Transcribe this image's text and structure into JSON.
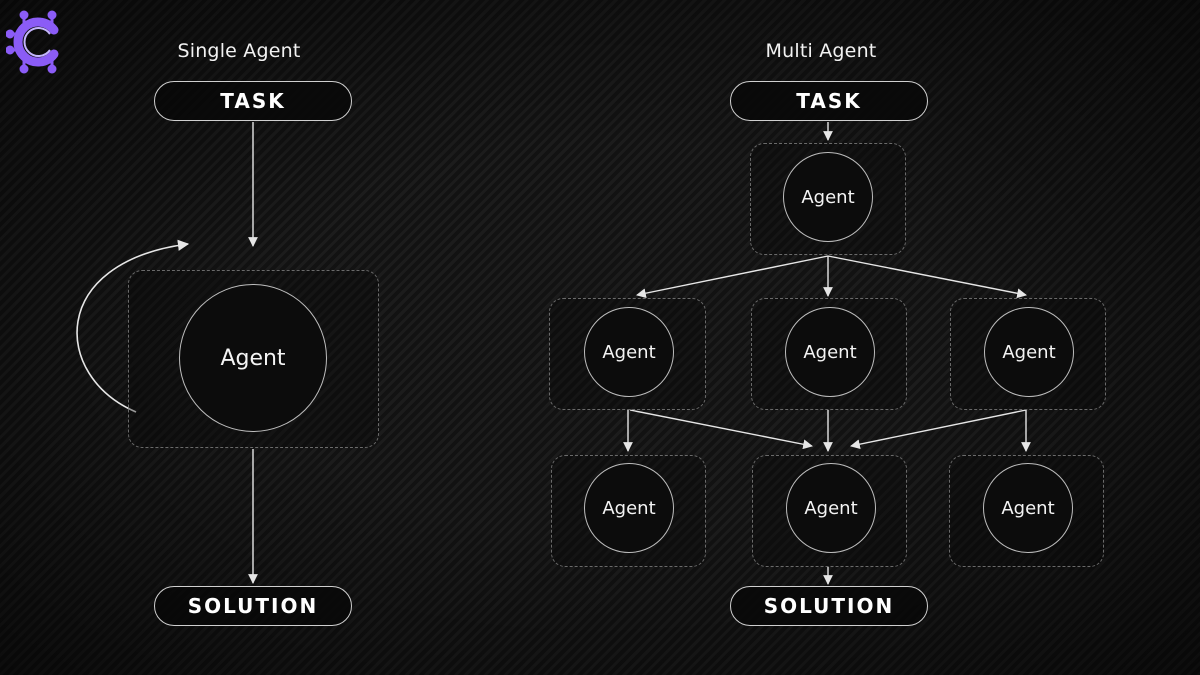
{
  "logo": {
    "name": "c-chip-logo",
    "color": "#8b5cf6"
  },
  "single_agent": {
    "heading": "Single Agent",
    "task": "TASK",
    "agent": "Agent",
    "solution": "SOLUTION"
  },
  "multi_agent": {
    "heading": "Multi Agent",
    "task": "TASK",
    "agents": [
      "Agent",
      "Agent",
      "Agent",
      "Agent",
      "Agent",
      "Agent",
      "Agent"
    ],
    "solution": "SOLUTION"
  },
  "colors": {
    "line": "#e6e6e6",
    "dashed_border": "#6a6a6a",
    "background": "#151515"
  }
}
